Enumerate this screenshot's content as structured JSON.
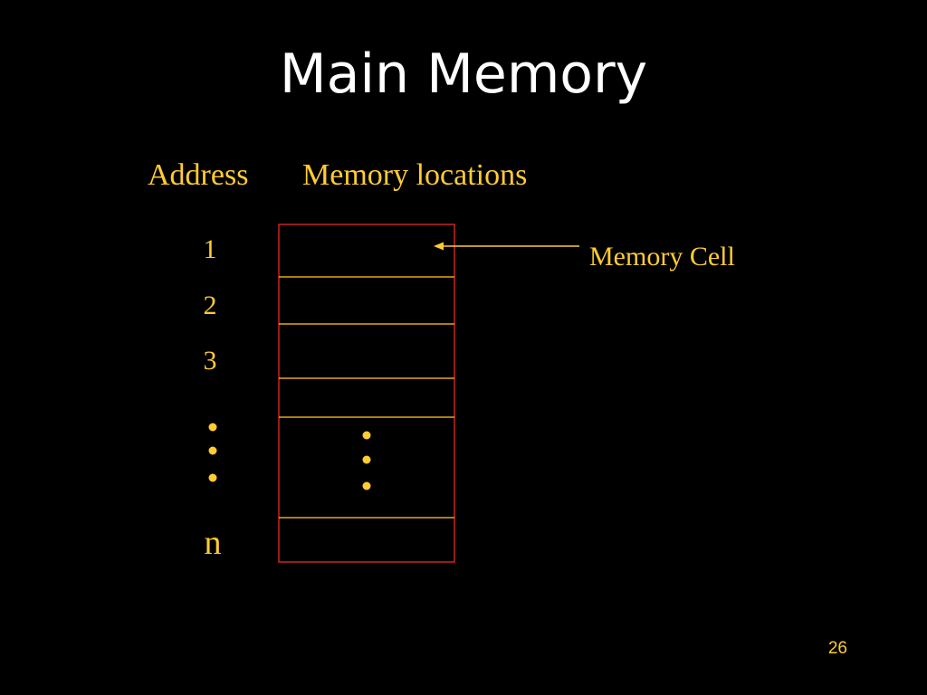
{
  "slide": {
    "title": "Main Memory",
    "number": "26"
  },
  "diagram": {
    "address_header": "Address",
    "locations_header": "Memory locations",
    "addresses": [
      "1",
      "2",
      "3"
    ],
    "last_address": "n",
    "callout_label": "Memory Cell"
  },
  "colors": {
    "background": "#000000",
    "title": "#ffffff",
    "label": "#ffcc33",
    "cell_outline": "#cc2222",
    "divider": "#e6a817"
  }
}
